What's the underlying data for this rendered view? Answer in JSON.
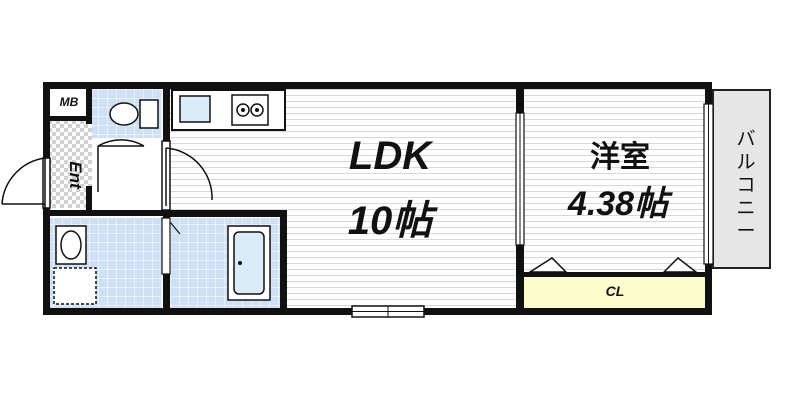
{
  "rooms": {
    "ldk": {
      "name": "LDK",
      "size": "10帖"
    },
    "bedroom": {
      "name": "洋室",
      "size": "4.38帖"
    },
    "closet": {
      "name": "CL"
    },
    "balcony": {
      "name": "バルコニー",
      "chars": [
        "バ",
        "ル",
        "コ",
        "ニ",
        "ー"
      ]
    },
    "entrance": {
      "name": "Ent"
    },
    "meter_box": {
      "name": "MB"
    }
  },
  "colors": {
    "wall": "#111111",
    "floor_stripe": "#d8d8d8",
    "tile": "#cfe0f5",
    "closet": "#fdfccc",
    "balcony": "#e6e6e6",
    "fixture": "#d9ecf7"
  }
}
